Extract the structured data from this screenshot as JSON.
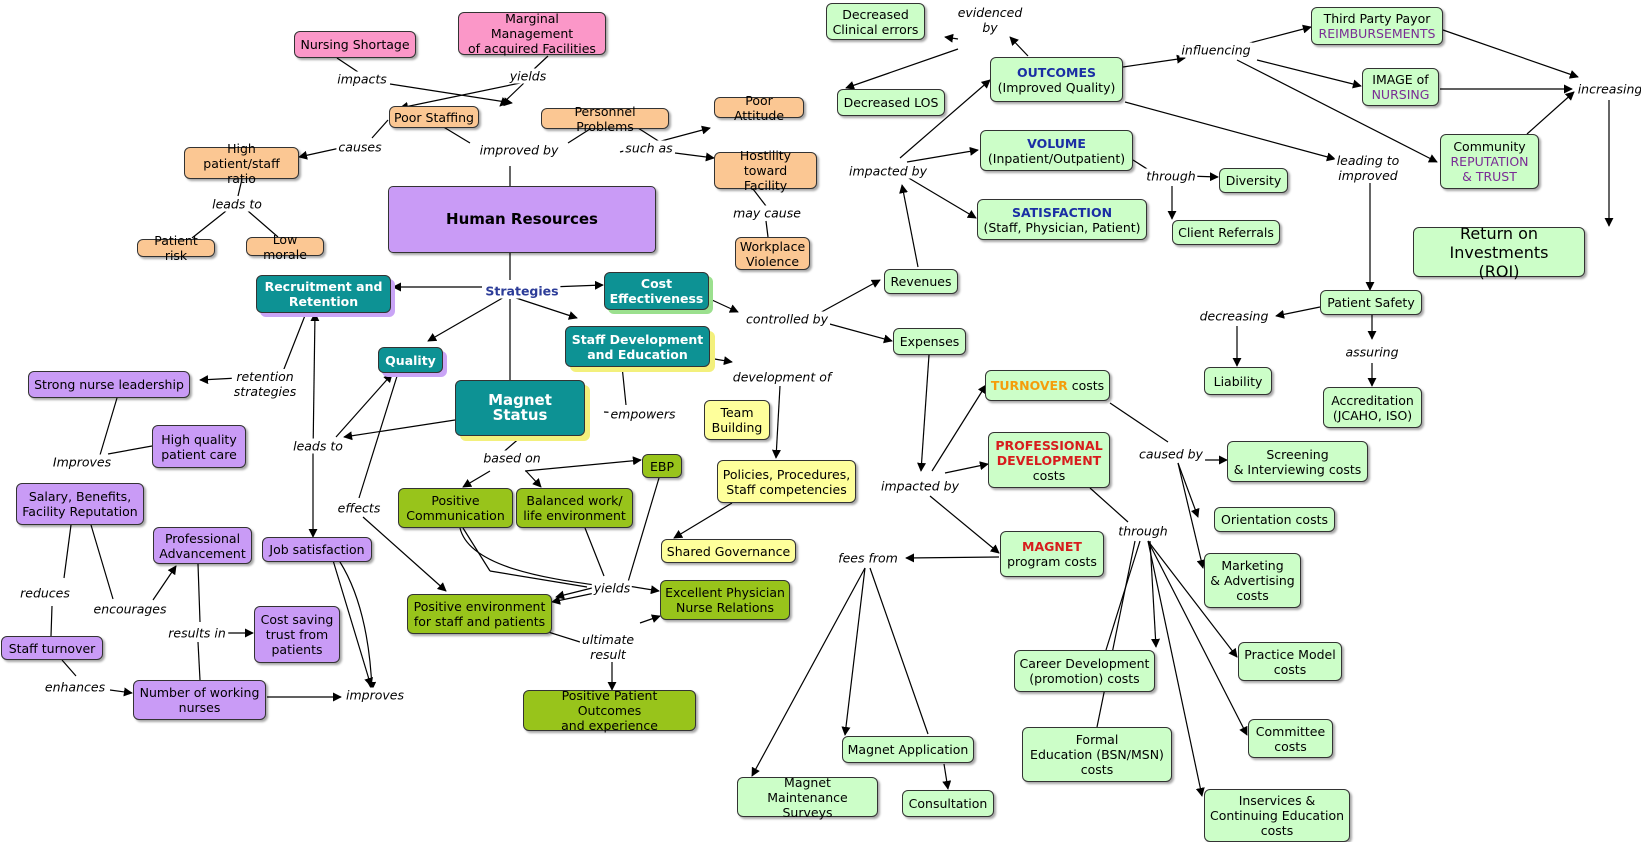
{
  "nodes": {
    "nursing_shortage": [
      "Nursing Shortage"
    ],
    "marginal_mgmt": [
      "Marginal Management",
      "of acquired Facilities"
    ],
    "poor_staffing": [
      "Poor Staffing"
    ],
    "personnel_problems": [
      "Personnel Problems"
    ],
    "poor_attitude": [
      "Poor Attitude"
    ],
    "hostility": [
      "Hostility toward",
      "Facility"
    ],
    "workplace_violence": [
      "Workplace",
      "Violence"
    ],
    "high_ratio": [
      "High patient/staff",
      "ratio"
    ],
    "patient_risk": [
      "Patient risk"
    ],
    "low_morale": [
      "Low morale"
    ],
    "human_resources": [
      "Human Resources"
    ],
    "recruitment": [
      "Recruitment and",
      "Retention"
    ],
    "cost_effectiveness": [
      "Cost",
      "Effectiveness"
    ],
    "quality": [
      "Quality"
    ],
    "staff_development": [
      "Staff Development",
      "and Education"
    ],
    "magnet_status": [
      "Magnet Status"
    ],
    "strong_leadership": [
      "Strong nurse leadership"
    ],
    "high_quality_care": [
      "High quality",
      "patient care"
    ],
    "salary": [
      "Salary, Benefits,",
      "Facility Reputation"
    ],
    "prof_advancement": [
      "Professional",
      "Advancement"
    ],
    "job_satisfaction": [
      "Job satisfaction"
    ],
    "cost_saving": [
      "Cost saving",
      "trust from",
      "patients"
    ],
    "staff_turnover": [
      "Staff turnover"
    ],
    "number_working": [
      "Number of working",
      "nurses"
    ],
    "team_building": [
      "Team",
      "Building"
    ],
    "ebp": [
      "EBP"
    ],
    "positive_comm": [
      "Positive",
      "Communication"
    ],
    "balanced": [
      "Balanced work/",
      "life environment"
    ],
    "policies": [
      "Policies, Procedures,",
      "Staff competencies"
    ],
    "shared_gov": [
      "Shared Governance"
    ],
    "positive_env": [
      "Positive environment",
      "for staff and patients"
    ],
    "physician_relations": [
      "Excellent Physician",
      "Nurse Relations"
    ],
    "patient_outcomes": [
      "Positive Patient Outcomes",
      "and experience"
    ],
    "decreased_errors": [
      "Decreased",
      "Clinical errors"
    ],
    "decreased_los": [
      "Decreased LOS"
    ],
    "revenues": [
      "Revenues"
    ],
    "expenses": [
      "Expenses"
    ],
    "diversity": [
      "Diversity"
    ],
    "client_referrals": [
      "Client Referrals"
    ],
    "liability": [
      "Liability"
    ],
    "patient_safety": [
      "Patient Safety"
    ],
    "accreditation": [
      "Accreditation",
      "(JCAHO, ISO)"
    ],
    "roi": [
      "Return on Investments",
      "(ROI)"
    ],
    "screening": [
      "Screening",
      "& Interviewing costs"
    ],
    "orientation": [
      "Orientation costs"
    ],
    "marketing": [
      "Marketing",
      "& Advertising",
      "costs"
    ],
    "practice_model": [
      "Practice Model",
      "costs"
    ],
    "committee": [
      "Committee",
      "costs"
    ],
    "inservices": [
      "Inservices &",
      "Continuing Education",
      "costs"
    ],
    "career_dev": [
      "Career Development",
      "(promotion) costs"
    ],
    "formal_ed": [
      "Formal",
      "Education (BSN/MSN)",
      "costs"
    ],
    "magnet_app": [
      "Magnet Application"
    ],
    "magnet_maint": [
      "Magnet Maintenance",
      "Surveys"
    ],
    "consultation": [
      "Consultation"
    ]
  },
  "rich_nodes": {
    "outcomes": {
      "head": "OUTCOMES",
      "rest": [
        "(Improved Quality)"
      ]
    },
    "volume": {
      "head": "VOLUME",
      "rest": [
        "(Inpatient/Outpatient)"
      ]
    },
    "satisfaction": {
      "head": "SATISFACTION",
      "rest": [
        "(Staff, Physician, Patient)"
      ]
    },
    "third_party": {
      "head": "Third Party Payor",
      "accent": "REIMBURSEMENTS"
    },
    "image_nursing": {
      "head": "IMAGE of",
      "accent": "NURSING"
    },
    "community": {
      "head": "Community",
      "accent": [
        "REPUTATION",
        "& TRUST"
      ]
    },
    "turnover_costs": {
      "head": "TURNOVER",
      "tail": " costs"
    },
    "prof_dev_costs": {
      "head": [
        "PROFESSIONAL",
        "DEVELOPMENT"
      ],
      "rest": [
        "costs"
      ]
    },
    "magnet_costs": {
      "head": "MAGNET",
      "rest": [
        "program costs"
      ]
    }
  },
  "labels": {
    "impacts": [
      "impacts"
    ],
    "yields1": [
      "yields"
    ],
    "causes": [
      "causes"
    ],
    "improved_by": [
      "improved by"
    ],
    "such_as": [
      "such as"
    ],
    "may_cause": [
      "may cause"
    ],
    "leads_to1": [
      "leads to"
    ],
    "strategies": [
      "Strategies"
    ],
    "controlled_by": [
      "controlled by"
    ],
    "retention": [
      "retention",
      "strategies"
    ],
    "development_of": [
      "development of"
    ],
    "empowers": [
      "empowers"
    ],
    "leads_to2": [
      "leads to"
    ],
    "improves_cap": [
      "Improves"
    ],
    "based_on": [
      "based on"
    ],
    "effects": [
      "effects"
    ],
    "yields2": [
      "yields"
    ],
    "reduces": [
      "reduces"
    ],
    "encourages": [
      "encourages"
    ],
    "results_in": [
      "results in"
    ],
    "enhances": [
      "enhances"
    ],
    "improves": [
      "improves"
    ],
    "ultimate": [
      "ultimate",
      "result"
    ],
    "evidenced_by": [
      "evidenced",
      "by"
    ],
    "influencing": [
      "influencing"
    ],
    "increasing": [
      "increasing"
    ],
    "impacted_by1": [
      "impacted by"
    ],
    "through1": [
      "through"
    ],
    "leading_to": [
      "leading to",
      "improved"
    ],
    "decreasing": [
      "decreasing"
    ],
    "assuring": [
      "assuring"
    ],
    "impacted_by2": [
      "impacted by"
    ],
    "caused_by": [
      "caused by"
    ],
    "through2": [
      "through"
    ],
    "fees_from": [
      "fees from"
    ]
  },
  "colors": {
    "pink": "#fb97c8",
    "orange": "#fbc793",
    "violet": "#c99bf6",
    "teal": "#0d9294",
    "olive": "#98c41b",
    "lemon": "#feff9b",
    "mint": "#ccfec8",
    "heading_blue": "#1a2ea4",
    "accent_purple": "#7a2c95",
    "accent_red": "#d71d1d",
    "accent_gold": "#f59d0a"
  }
}
